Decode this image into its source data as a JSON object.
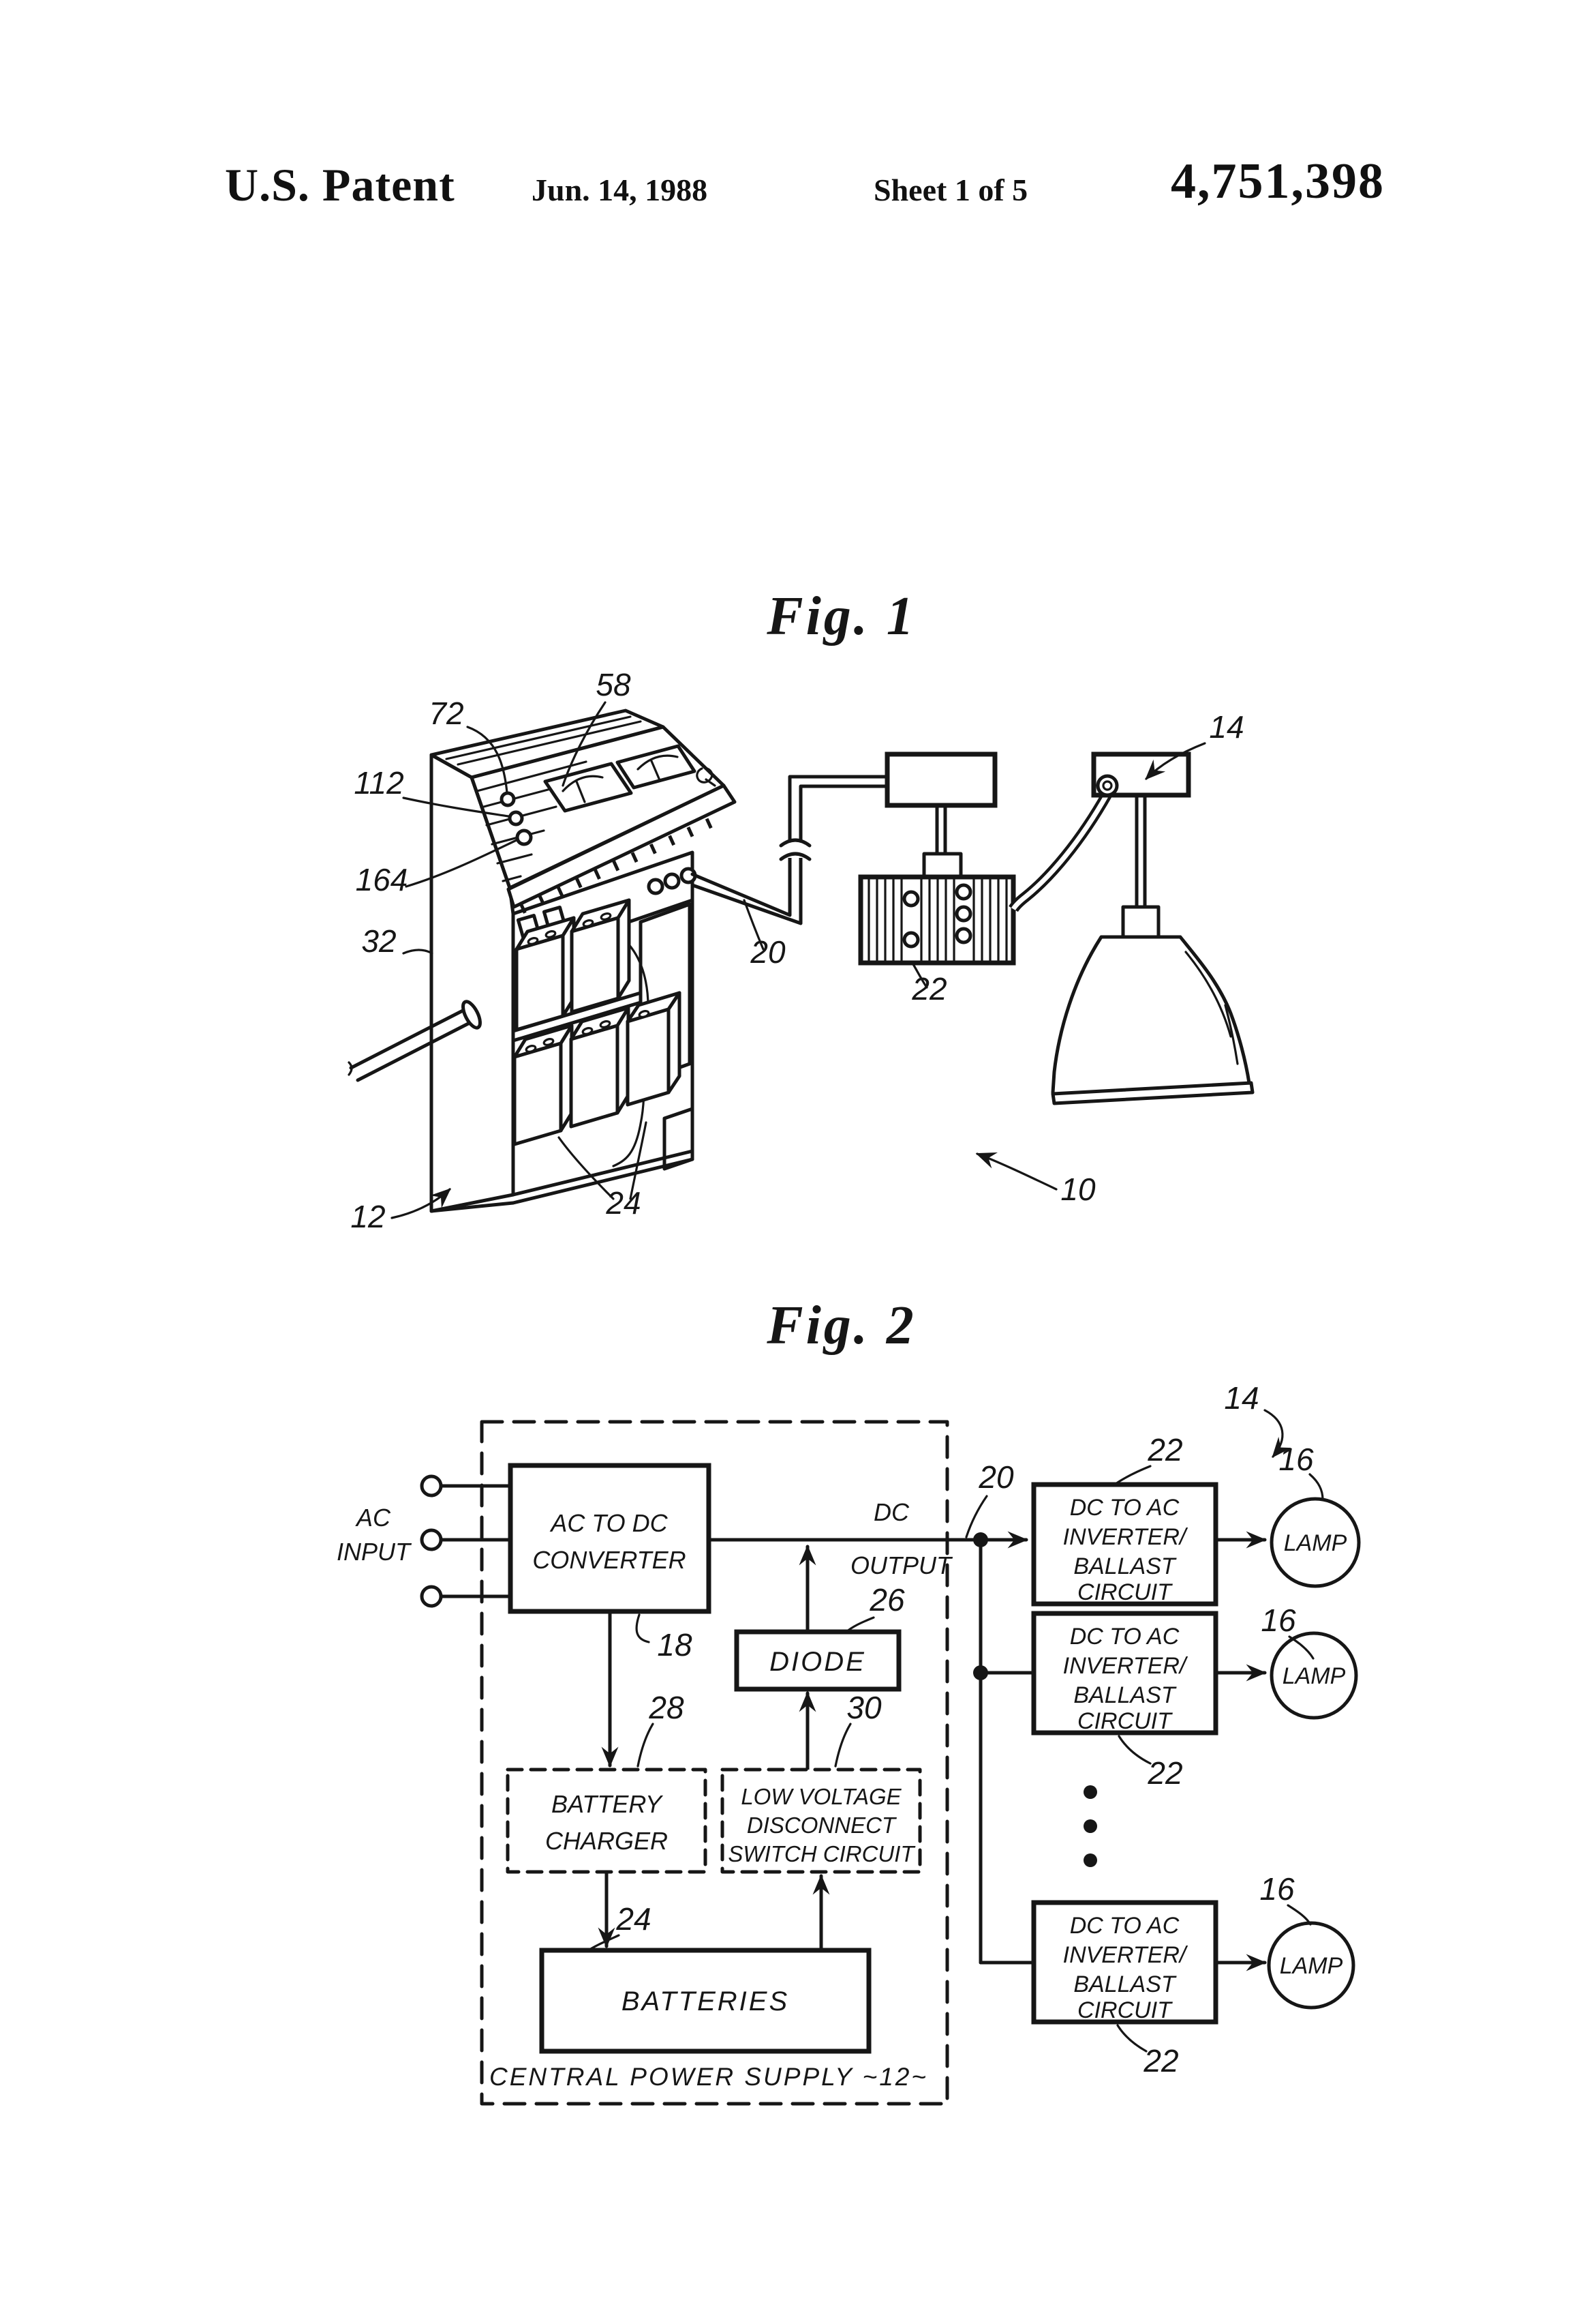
{
  "header": {
    "title": "U.S. Patent",
    "date": "Jun. 14, 1988",
    "sheet": "Sheet 1 of 5",
    "patent_number": "4,751,398"
  },
  "fig1": {
    "title": "Fig. 1",
    "refs": {
      "n10": "10",
      "n12": "12",
      "n14": "14",
      "n20": "20",
      "n22": "22",
      "n24": "24",
      "n32": "32",
      "n58": "58",
      "n72": "72",
      "n112": "112",
      "n164": "164"
    }
  },
  "fig2": {
    "title": "Fig. 2",
    "refs": {
      "n14": "14",
      "n16": "16",
      "n18": "18",
      "n20": "20",
      "n22": "22",
      "n24": "24",
      "n26": "26",
      "n28": "28",
      "n30": "30"
    },
    "labels": {
      "ac1": "AC",
      "ac2": "INPUT",
      "conv1": "AC TO DC",
      "conv2": "CONVERTER",
      "dc1": "DC",
      "dc2": "OUTPUT",
      "diode": "DIODE",
      "bc1": "BATTERY",
      "bc2": "CHARGER",
      "lvd1": "LOW VOLTAGE",
      "lvd2": "DISCONNECT",
      "lvd3": "SWITCH CIRCUIT",
      "batteries": "BATTERIES",
      "inv1": "DC TO AC",
      "inv2": "INVERTER/",
      "inv3": "BALLAST",
      "inv4": "CIRCUIT",
      "lamp": "LAMP",
      "caption": "CENTRAL POWER SUPPLY ~12~"
    }
  }
}
